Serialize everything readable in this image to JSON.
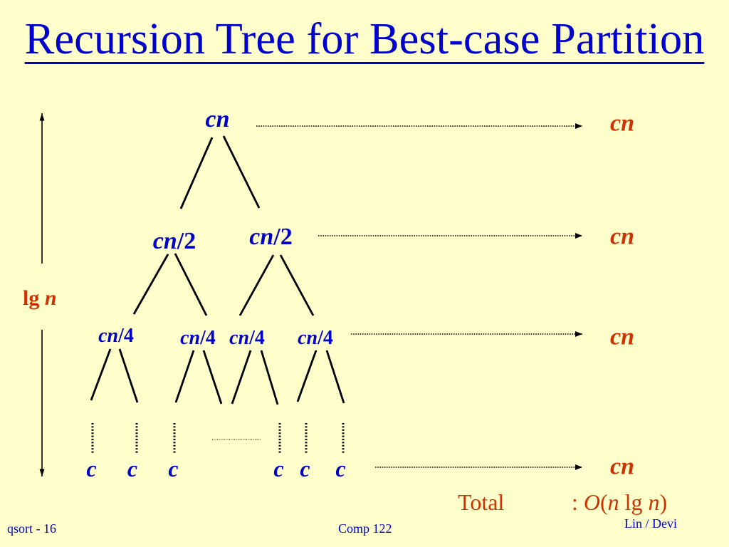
{
  "slide": {
    "title": "Recursion Tree for Best-case Partition",
    "footer_left": "qsort - 16",
    "footer_center": "Comp 122",
    "footer_right": "Lin / Devi"
  },
  "colors": {
    "background": "#FFFFCC",
    "text": "#0000CC",
    "accent": "#CC3300",
    "lines": "#000000"
  },
  "tree": {
    "root": {
      "var": "cn"
    },
    "level1": [
      {
        "var": "cn",
        "div": "/2"
      },
      {
        "var": "cn",
        "div": "/2"
      }
    ],
    "level2": [
      {
        "var": "cn",
        "div": "/4"
      },
      {
        "var": "cn",
        "div": "/4"
      },
      {
        "var": "cn",
        "div": "/4"
      },
      {
        "var": "cn",
        "div": "/4"
      }
    ],
    "leaves": [
      "c",
      "c",
      "c",
      "c",
      "c",
      "c"
    ]
  },
  "level_costs": [
    "cn",
    "cn",
    "cn",
    "cn"
  ],
  "depth_label": {
    "lg": "lg",
    "n": "n"
  },
  "total": {
    "label": "Total",
    "colon": ":",
    "big_o": "O",
    "open_paren": "(",
    "n1": "n",
    "lg": "lg",
    "n2": "n",
    "close_paren": ")"
  }
}
